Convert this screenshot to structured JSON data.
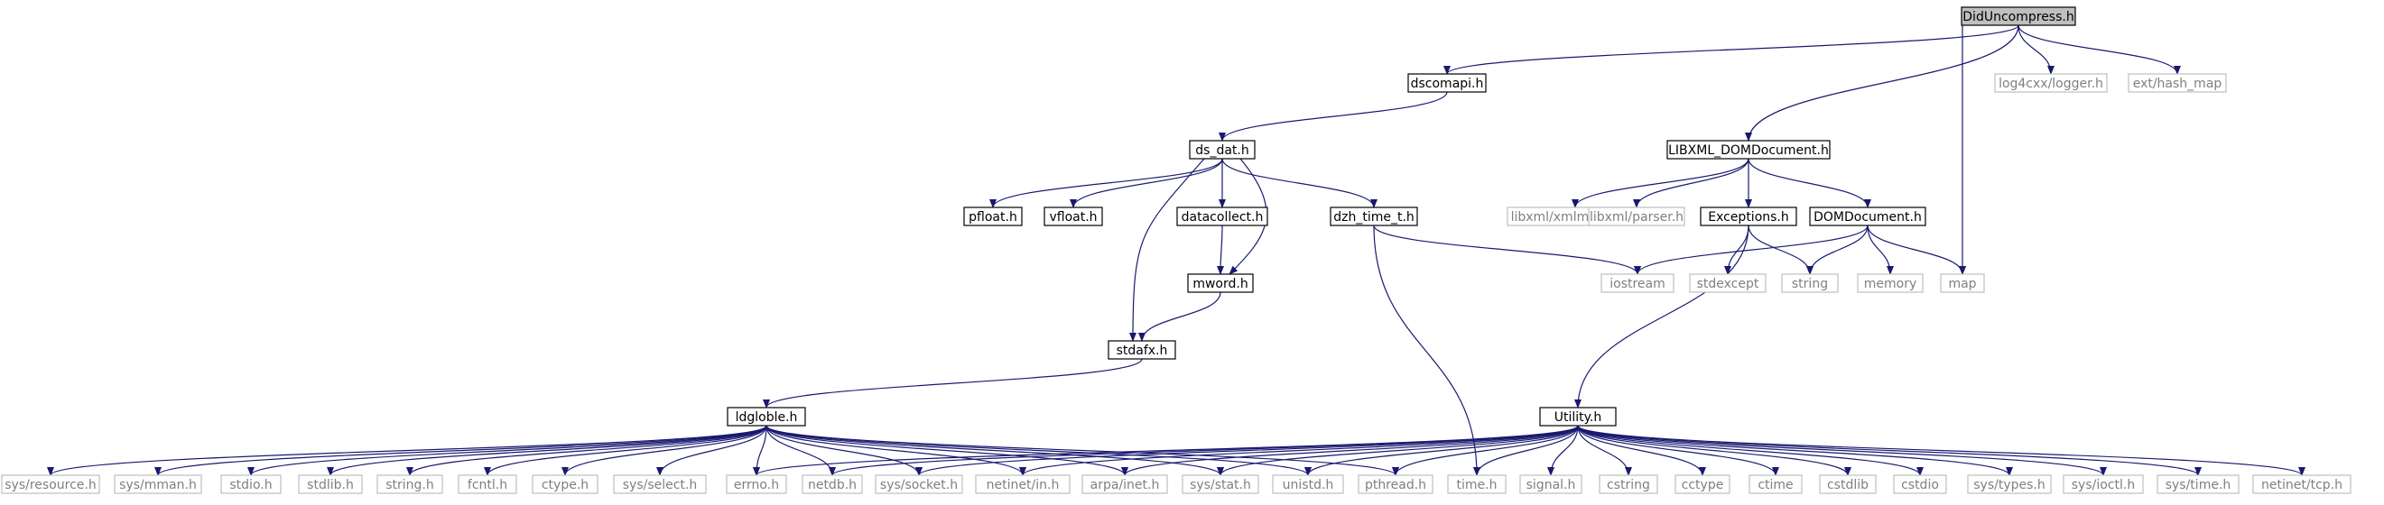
{
  "colors": {
    "edge": "#191970",
    "root_fill": "#bfbfbf",
    "node_border": "#000000",
    "external_border": "#bfbfbf",
    "external_text": "#7f7f7f",
    "text": "#000000"
  },
  "nodes": [
    {
      "id": "root",
      "label": "DidUncompress.h",
      "kind": "root"
    },
    {
      "id": "dscomapi",
      "label": "dscomapi.h",
      "kind": "doc"
    },
    {
      "id": "log4cxx",
      "label": "log4cxx/logger.h",
      "kind": "ext"
    },
    {
      "id": "hash_map",
      "label": "ext/hash_map",
      "kind": "ext"
    },
    {
      "id": "ds_dat",
      "label": "ds_dat.h",
      "kind": "doc"
    },
    {
      "id": "libxml_dom",
      "label": "LIBXML_DOMDocument.h",
      "kind": "doc"
    },
    {
      "id": "pfloat",
      "label": "pfloat.h",
      "kind": "doc"
    },
    {
      "id": "vfloat",
      "label": "vfloat.h",
      "kind": "doc"
    },
    {
      "id": "datacollect",
      "label": "datacollect.h",
      "kind": "doc"
    },
    {
      "id": "dzh_time",
      "label": "dzh_time_t.h",
      "kind": "doc"
    },
    {
      "id": "xmlmemory",
      "label": "libxml/xmlmemory.h",
      "kind": "ext"
    },
    {
      "id": "parser",
      "label": "libxml/parser.h",
      "kind": "ext"
    },
    {
      "id": "exceptions",
      "label": "Exceptions.h",
      "kind": "doc"
    },
    {
      "id": "domdoc",
      "label": "DOMDocument.h",
      "kind": "doc"
    },
    {
      "id": "mword",
      "label": "mword.h",
      "kind": "doc"
    },
    {
      "id": "iostream",
      "label": "iostream",
      "kind": "ext"
    },
    {
      "id": "stdexcept",
      "label": "stdexcept",
      "kind": "ext"
    },
    {
      "id": "string",
      "label": "string",
      "kind": "ext"
    },
    {
      "id": "memory",
      "label": "memory",
      "kind": "ext"
    },
    {
      "id": "map",
      "label": "map",
      "kind": "ext"
    },
    {
      "id": "stdafx",
      "label": "stdafx.h",
      "kind": "doc"
    },
    {
      "id": "ldgloble",
      "label": "ldgloble.h",
      "kind": "doc"
    },
    {
      "id": "utility",
      "label": "Utility.h",
      "kind": "doc"
    },
    {
      "id": "resource",
      "label": "sys/resource.h",
      "kind": "ext"
    },
    {
      "id": "mman",
      "label": "sys/mman.h",
      "kind": "ext"
    },
    {
      "id": "stdio",
      "label": "stdio.h",
      "kind": "ext"
    },
    {
      "id": "stdlib",
      "label": "stdlib.h",
      "kind": "ext"
    },
    {
      "id": "string_h",
      "label": "string.h",
      "kind": "ext"
    },
    {
      "id": "fcntl",
      "label": "fcntl.h",
      "kind": "ext"
    },
    {
      "id": "ctype_h",
      "label": "ctype.h",
      "kind": "ext"
    },
    {
      "id": "select",
      "label": "sys/select.h",
      "kind": "ext"
    },
    {
      "id": "errno",
      "label": "errno.h",
      "kind": "ext"
    },
    {
      "id": "netdb",
      "label": "netdb.h",
      "kind": "ext"
    },
    {
      "id": "socket",
      "label": "sys/socket.h",
      "kind": "ext"
    },
    {
      "id": "netinet_in",
      "label": "netinet/in.h",
      "kind": "ext"
    },
    {
      "id": "arpa_inet",
      "label": "arpa/inet.h",
      "kind": "ext"
    },
    {
      "id": "stat",
      "label": "sys/stat.h",
      "kind": "ext"
    },
    {
      "id": "unistd",
      "label": "unistd.h",
      "kind": "ext"
    },
    {
      "id": "pthread",
      "label": "pthread.h",
      "kind": "ext"
    },
    {
      "id": "time_h",
      "label": "time.h",
      "kind": "ext"
    },
    {
      "id": "signal",
      "label": "signal.h",
      "kind": "ext"
    },
    {
      "id": "cstring",
      "label": "cstring",
      "kind": "ext"
    },
    {
      "id": "cctype",
      "label": "cctype",
      "kind": "ext"
    },
    {
      "id": "ctime",
      "label": "ctime",
      "kind": "ext"
    },
    {
      "id": "cstdlib",
      "label": "cstdlib",
      "kind": "ext"
    },
    {
      "id": "cstdio",
      "label": "cstdio",
      "kind": "ext"
    },
    {
      "id": "types",
      "label": "sys/types.h",
      "kind": "ext"
    },
    {
      "id": "ioctl",
      "label": "sys/ioctl.h",
      "kind": "ext"
    },
    {
      "id": "systime",
      "label": "sys/time.h",
      "kind": "ext"
    },
    {
      "id": "tcp",
      "label": "netinet/tcp.h",
      "kind": "ext"
    }
  ],
  "edges": [
    [
      "root",
      "dscomapi"
    ],
    [
      "root",
      "libxml_dom"
    ],
    [
      "root",
      "map"
    ],
    [
      "root",
      "log4cxx"
    ],
    [
      "root",
      "hash_map"
    ],
    [
      "dscomapi",
      "ds_dat"
    ],
    [
      "ds_dat",
      "pfloat"
    ],
    [
      "ds_dat",
      "vfloat"
    ],
    [
      "ds_dat",
      "datacollect"
    ],
    [
      "ds_dat",
      "dzh_time"
    ],
    [
      "ds_dat",
      "mword"
    ],
    [
      "ds_dat",
      "stdafx"
    ],
    [
      "datacollect",
      "mword"
    ],
    [
      "mword",
      "stdafx"
    ],
    [
      "stdafx",
      "ldgloble"
    ],
    [
      "dzh_time",
      "iostream"
    ],
    [
      "dzh_time",
      "time_h"
    ],
    [
      "libxml_dom",
      "xmlmemory"
    ],
    [
      "libxml_dom",
      "parser"
    ],
    [
      "libxml_dom",
      "exceptions"
    ],
    [
      "libxml_dom",
      "domdoc"
    ],
    [
      "exceptions",
      "string"
    ],
    [
      "exceptions",
      "stdexcept"
    ],
    [
      "exceptions",
      "utility"
    ],
    [
      "domdoc",
      "iostream"
    ],
    [
      "domdoc",
      "string"
    ],
    [
      "domdoc",
      "memory"
    ],
    [
      "domdoc",
      "map"
    ],
    [
      "ldgloble",
      "resource"
    ],
    [
      "ldgloble",
      "mman"
    ],
    [
      "ldgloble",
      "stdio"
    ],
    [
      "ldgloble",
      "stdlib"
    ],
    [
      "ldgloble",
      "string_h"
    ],
    [
      "ldgloble",
      "fcntl"
    ],
    [
      "ldgloble",
      "ctype_h"
    ],
    [
      "ldgloble",
      "select"
    ],
    [
      "ldgloble",
      "errno"
    ],
    [
      "ldgloble",
      "netdb"
    ],
    [
      "ldgloble",
      "socket"
    ],
    [
      "ldgloble",
      "netinet_in"
    ],
    [
      "ldgloble",
      "arpa_inet"
    ],
    [
      "ldgloble",
      "stat"
    ],
    [
      "ldgloble",
      "unistd"
    ],
    [
      "ldgloble",
      "pthread"
    ],
    [
      "utility",
      "errno"
    ],
    [
      "utility",
      "netdb"
    ],
    [
      "utility",
      "socket"
    ],
    [
      "utility",
      "netinet_in"
    ],
    [
      "utility",
      "arpa_inet"
    ],
    [
      "utility",
      "stat"
    ],
    [
      "utility",
      "unistd"
    ],
    [
      "utility",
      "pthread"
    ],
    [
      "utility",
      "time_h"
    ],
    [
      "utility",
      "signal"
    ],
    [
      "utility",
      "cstring"
    ],
    [
      "utility",
      "cctype"
    ],
    [
      "utility",
      "ctime"
    ],
    [
      "utility",
      "cstdlib"
    ],
    [
      "utility",
      "cstdio"
    ],
    [
      "utility",
      "types"
    ],
    [
      "utility",
      "ioctl"
    ],
    [
      "utility",
      "systime"
    ],
    [
      "utility",
      "tcp"
    ]
  ]
}
